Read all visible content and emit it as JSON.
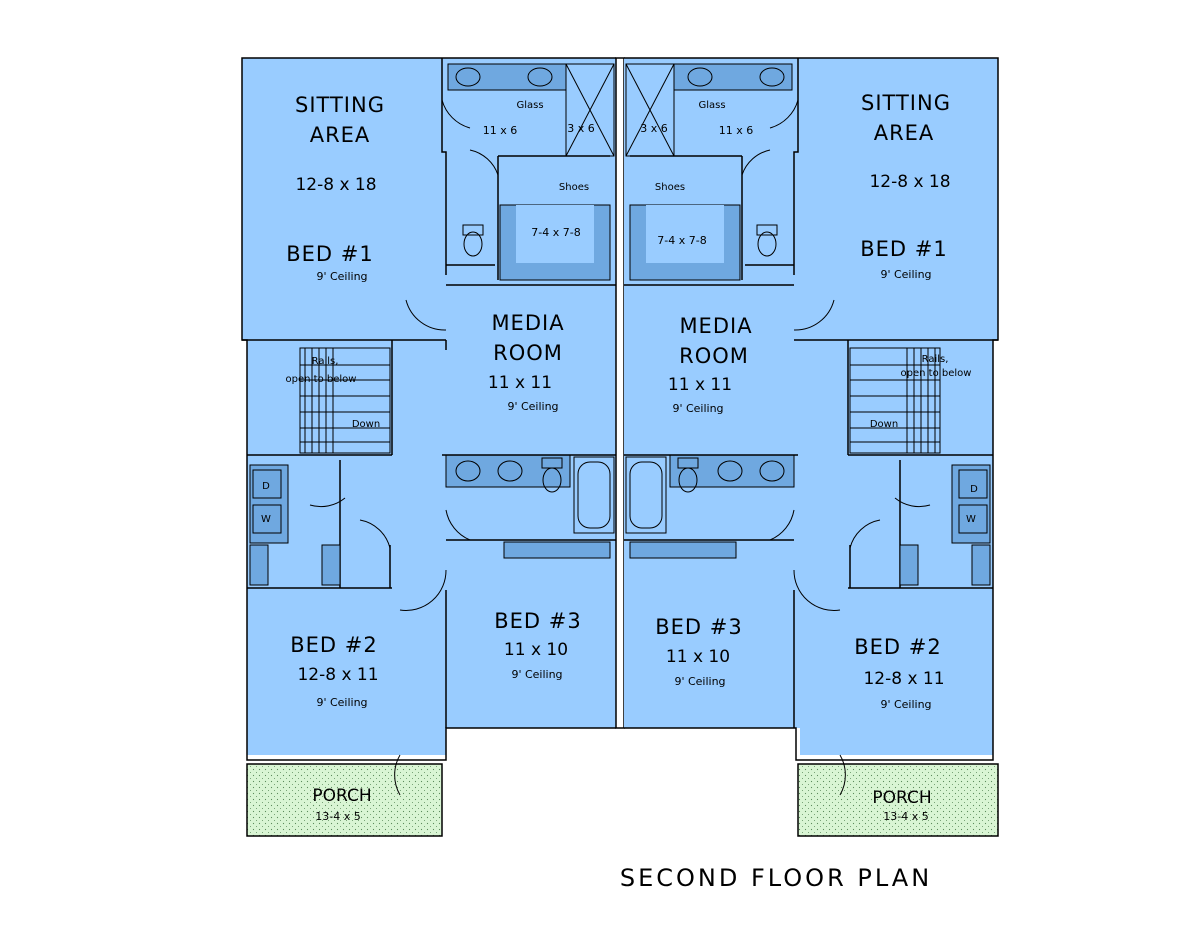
{
  "plan_title": "SECOND FLOOR PLAN",
  "colors": {
    "interior": "#99ccff",
    "porch": "#d9f5d4",
    "wet": "#6fa8e0",
    "wall": "#000000"
  },
  "units": [
    {
      "side": "left",
      "sitting_1": "SITTING",
      "sitting_2": "AREA",
      "sitting_dim": "12-8 x 18",
      "bed1": "BED #1",
      "bed1_ceiling": "9' Ceiling",
      "media_1": "MEDIA",
      "media_2": "ROOM",
      "media_dim": "11 x 11",
      "media_ceiling": "9' Ceiling",
      "bed2": "BED #2",
      "bed2_dim": "12-8 x 11",
      "bed2_ceiling": "9' Ceiling",
      "bed3": "BED #3",
      "bed3_dim": "11 x 10",
      "bed3_ceiling": "9' Ceiling",
      "porch": "PORCH",
      "porch_dim": "13-4 x 5",
      "bath_dim": "11 x 6",
      "shower_dim": "3 x 6",
      "glass": "Glass",
      "closet_dim": "7-4 x 7-8",
      "shoes": "Shoes",
      "rails": "Rails,",
      "open_below": "open to below",
      "down": "Down",
      "dryer": "D",
      "washer": "W"
    },
    {
      "side": "right",
      "sitting_1": "SITTING",
      "sitting_2": "AREA",
      "sitting_dim": "12-8 x 18",
      "bed1": "BED #1",
      "bed1_ceiling": "9' Ceiling",
      "media_1": "MEDIA",
      "media_2": "ROOM",
      "media_dim": "11 x 11",
      "media_ceiling": "9' Ceiling",
      "bed2": "BED #2",
      "bed2_dim": "12-8 x 11",
      "bed2_ceiling": "9' Ceiling",
      "bed3": "BED #3",
      "bed3_dim": "11 x 10",
      "bed3_ceiling": "9' Ceiling",
      "porch": "PORCH",
      "porch_dim": "13-4 x 5",
      "bath_dim": "11 x 6",
      "shower_dim": "3 x 6",
      "glass": "Glass",
      "closet_dim": "7-4 x 7-8",
      "shoes": "Shoes",
      "rails": "Rails,",
      "open_below": "open to below",
      "down": "Down",
      "dryer": "D",
      "washer": "W"
    }
  ]
}
